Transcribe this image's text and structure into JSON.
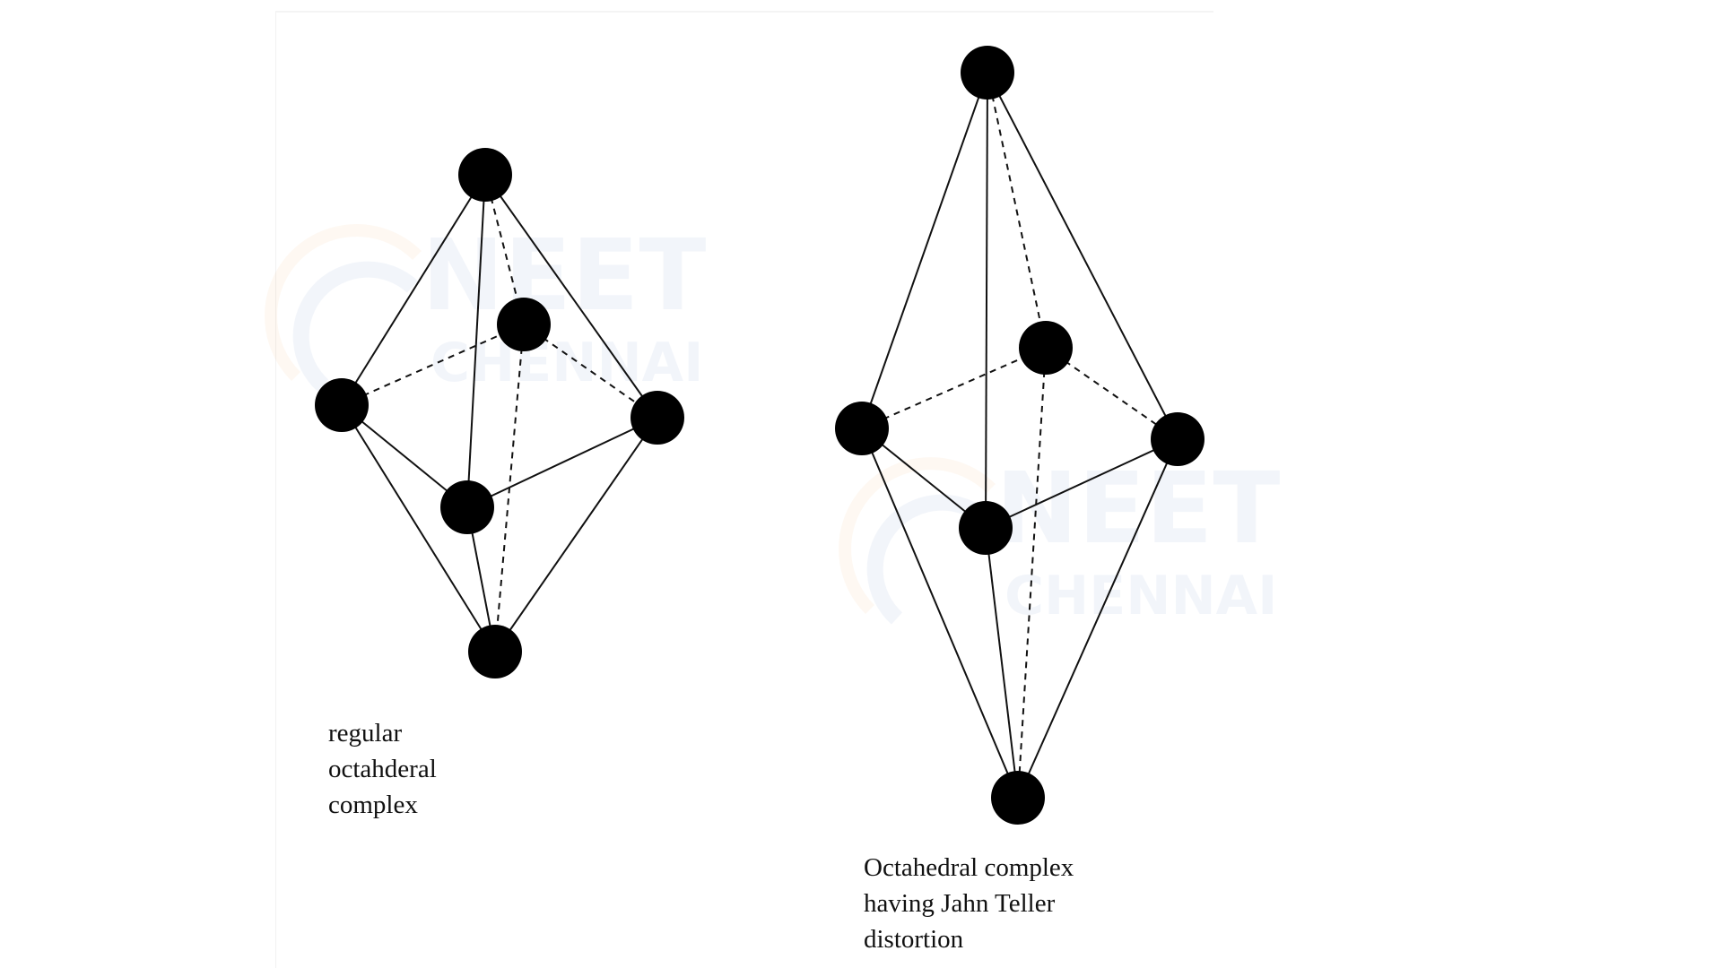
{
  "diagrams": [
    {
      "id": "regular",
      "caption_lines": [
        "regular",
        "octahderal",
        "complex"
      ]
    },
    {
      "id": "jahn-teller",
      "caption_lines": [
        "Octahedral complex",
        "having Jahn Teller",
        "distortion"
      ]
    }
  ],
  "watermark": {
    "line1": "NEET",
    "line2": "CHENNAI"
  },
  "colors": {
    "atom": "#000000",
    "edge": "#111111",
    "watermark_blue": "#5b7fc0",
    "watermark_orange": "#f2a65a"
  }
}
